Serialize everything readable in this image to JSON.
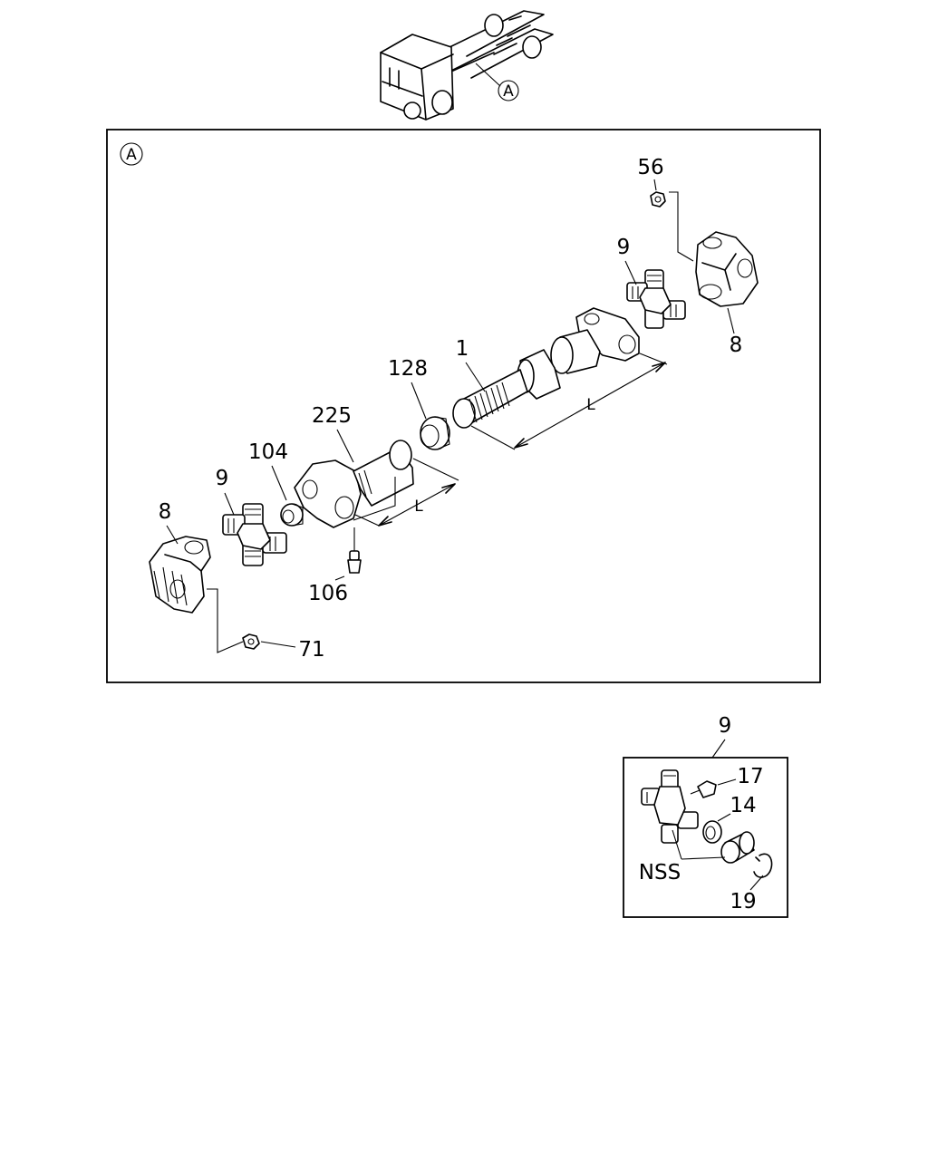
{
  "view_marker": "A",
  "main_view": {
    "marker": "A",
    "labels": {
      "p56": "56",
      "p9_right": "9",
      "p8_right": "8",
      "p1": "1",
      "p128": "128",
      "p225": "225",
      "p104": "104",
      "p9_left": "9",
      "p8_left": "8",
      "p106": "106",
      "p71": "71",
      "dim_long": "L",
      "dim_short": "L"
    }
  },
  "detail_view": {
    "title": "9",
    "labels": {
      "p17": "17",
      "p14": "14",
      "nss": "NSS",
      "p19": "19"
    }
  }
}
